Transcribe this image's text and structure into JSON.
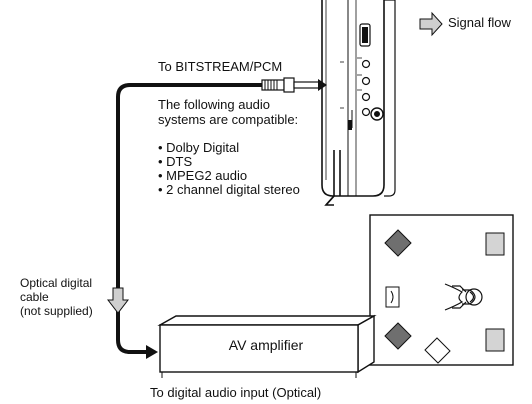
{
  "legend": {
    "signal_flow_label": "Signal flow"
  },
  "labels": {
    "to_bitstream": "To BITSTREAM/PCM",
    "optical_cable": [
      "Optical digital",
      "cable",
      "(not supplied)"
    ],
    "amplifier": "AV amplifier",
    "to_digital_input": "To digital audio input (Optical)"
  },
  "compatible": {
    "intro": "The following audio systems are compatible:",
    "items": [
      "Dolby Digital",
      "DTS",
      "MPEG2 audio",
      "2 channel digital stereo"
    ]
  },
  "colors": {
    "line": "#111111",
    "speaker_front": "#6f6f6f",
    "speaker_rear": "#d4d4d4",
    "arrow_fill": "#cfcfcf"
  }
}
